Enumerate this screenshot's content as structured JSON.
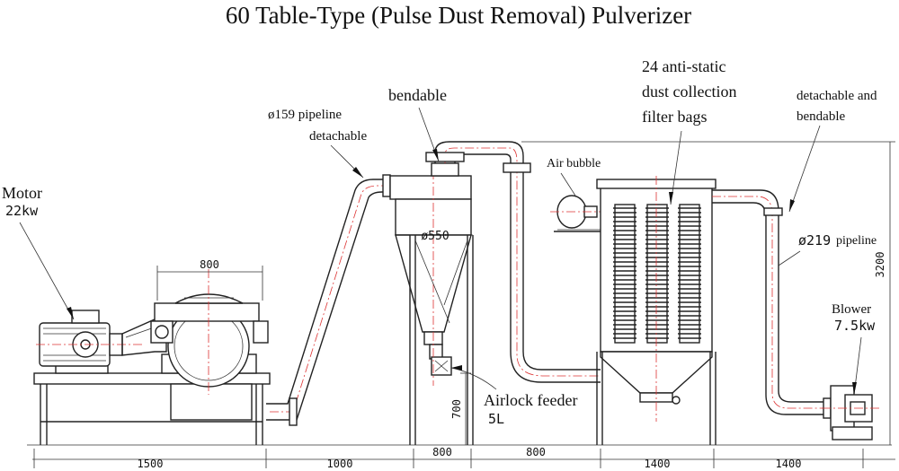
{
  "title": "60 Table-Type (Pulse Dust Removal) Pulverizer",
  "labels": {
    "motor": "Motor",
    "motor_power": "22kw",
    "pipeline": "ø159 pipeline",
    "pipeline_note": "detachable",
    "bendable": "bendable",
    "cyclone_diameter": "ø550",
    "airlock_feeder": "Airlock feeder",
    "airlock_size": "5L",
    "air_bubble": "Air bubble",
    "filter_bags_line1": "24 anti-static",
    "filter_bags_line2": "dust collection",
    "filter_bags_line3": "filter bags",
    "detachable_bendable_line1": "detachable and",
    "detachable_bendable_line2": "bendable",
    "pipeline_219_dia": "ø219",
    "pipeline_219_word": "pipeline",
    "blower": "Blower",
    "blower_power": "7.5kw"
  },
  "dimensions": {
    "mill_width": "800",
    "base_length": "1500",
    "pipe_run": "1000",
    "cyclone_width": "800",
    "gap": "800",
    "collector_width": "1400",
    "blower_run": "1400",
    "feeder_height": "700",
    "total_height": "3200"
  }
}
